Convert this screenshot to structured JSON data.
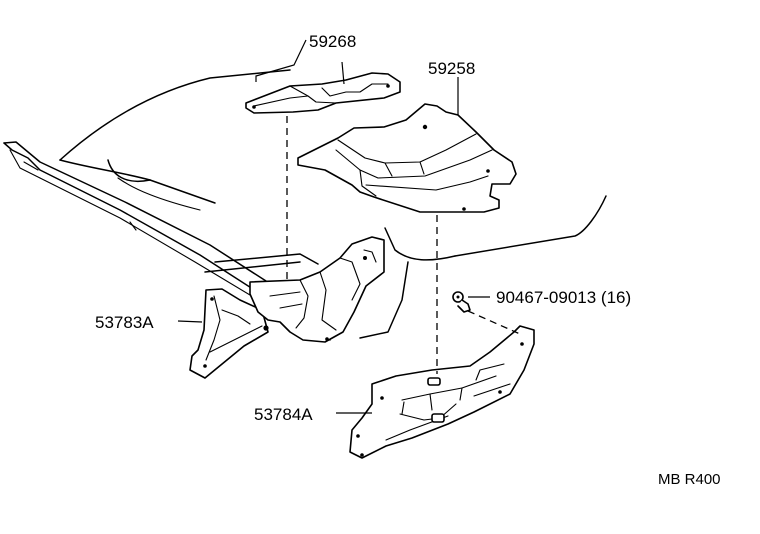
{
  "diagram": {
    "labels": {
      "part_59268": "59268",
      "part_59258": "59258",
      "part_53783a": "53783A",
      "part_53784a": "53784A",
      "part_90467": "90467-09013 (16)"
    },
    "code": "MB R400"
  }
}
